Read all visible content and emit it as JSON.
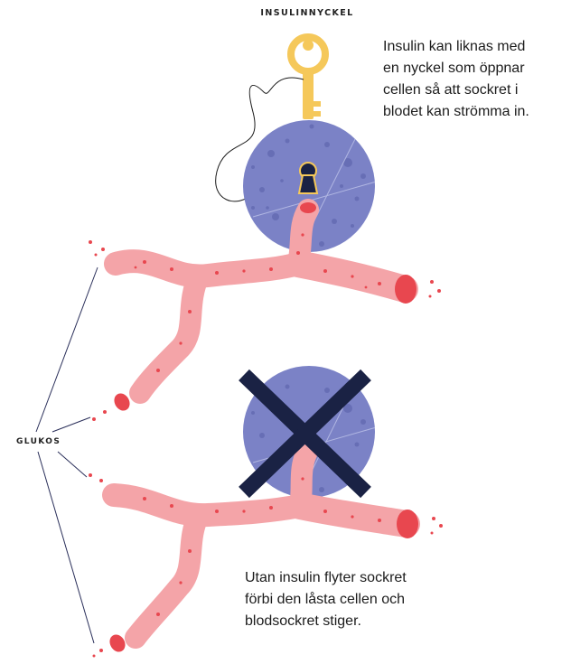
{
  "labels": {
    "key_label": "INSULINNYCKEL",
    "glucose_label": "GLUKOS"
  },
  "caption_top": {
    "lines": [
      "Insulin kan liknas med",
      "en nyckel som öppnar",
      "cellen så att sockret i",
      "blodet kan strömma in."
    ]
  },
  "caption_bottom": {
    "lines": [
      "Utan insulin flyter sockret",
      "förbi den låsta cellen och",
      "blodsockret stiger."
    ]
  },
  "colors": {
    "key": "#f5c85a",
    "cell": "#7b82c6",
    "vessel": "#f4a4a8",
    "glucose": "#e8474f",
    "cross": "#1a2244",
    "lines": "#2a2f5a"
  }
}
